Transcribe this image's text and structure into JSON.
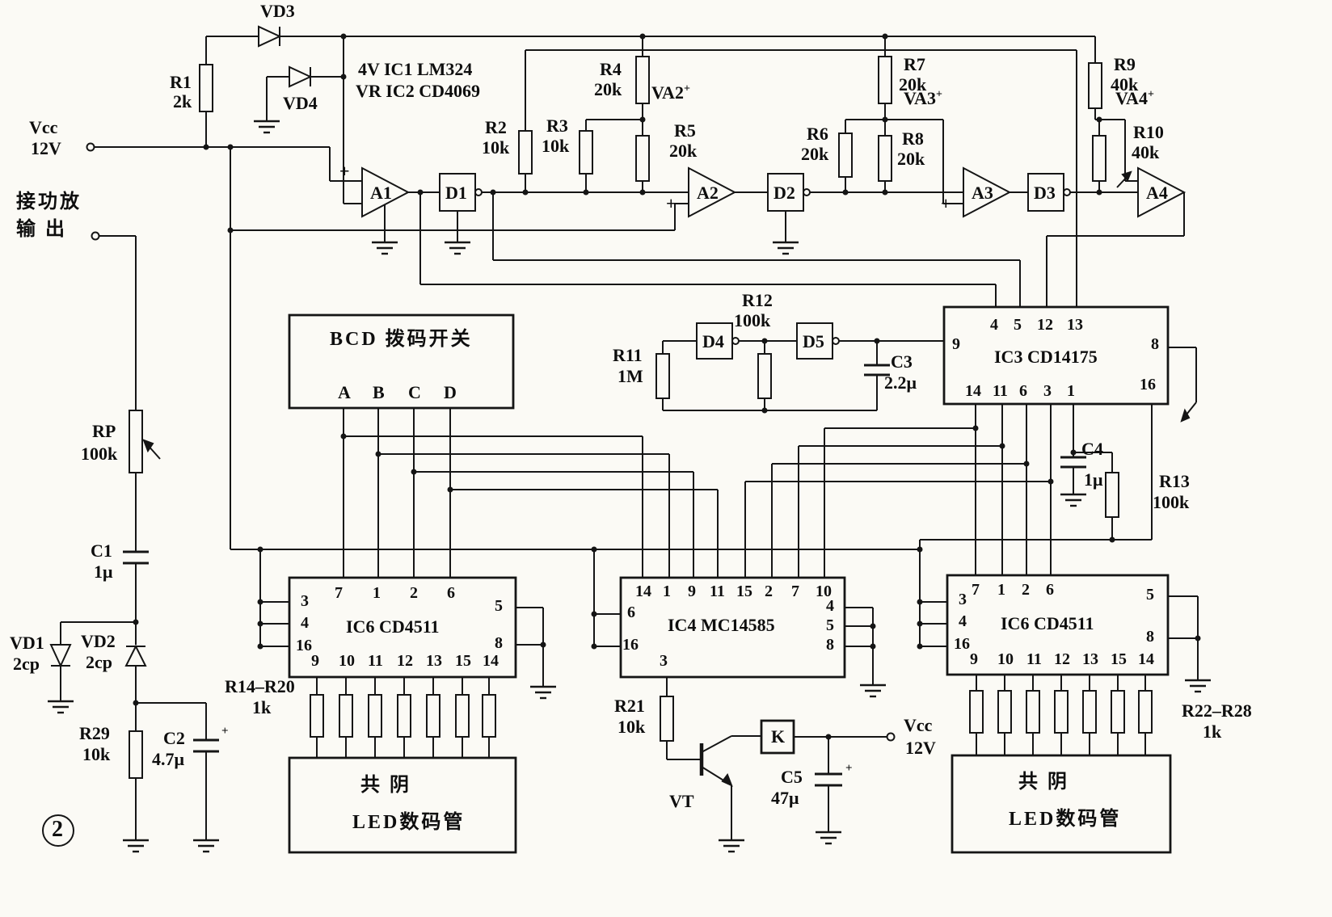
{
  "notes": {
    "ic1": "4V  IC1  LM324",
    "ic2": "VR  IC2  CD4069"
  },
  "marks": {
    "plus": "+",
    "figure": "2"
  },
  "terminals": {
    "vcc_top": {
      "name": "Vcc",
      "value": "12V"
    },
    "amp_in": {
      "line1": "接功放",
      "line2": "输  出"
    },
    "vcc_bottom": {
      "name": "Vcc",
      "value": "12V"
    }
  },
  "opamps": {
    "a1": "A1",
    "a2": "A2",
    "a3": "A3",
    "a4": "A4"
  },
  "gates": {
    "d1": "D1",
    "d2": "D2",
    "d3": "D3",
    "d4": "D4",
    "d5": "D5"
  },
  "nodes": {
    "va2": "VA2",
    "va3": "VA3",
    "va4": "VA4"
  },
  "resistors": {
    "r1": [
      "R1",
      "2k"
    ],
    "r2": [
      "R2",
      "10k"
    ],
    "r3": [
      "R3",
      "10k"
    ],
    "r4": [
      "R4",
      "20k"
    ],
    "r5": [
      "R5",
      "20k"
    ],
    "r6": [
      "R6",
      "20k"
    ],
    "r7": [
      "R7",
      "20k"
    ],
    "r8": [
      "R8",
      "20k"
    ],
    "r9": [
      "R9",
      "40k"
    ],
    "r10": [
      "R10",
      "40k"
    ],
    "r11": [
      "R11",
      "1M"
    ],
    "r12": [
      "R12",
      "100k"
    ],
    "r13": [
      "R13",
      "100k"
    ],
    "r21": [
      "R21",
      "10k"
    ],
    "r29": [
      "R29",
      "10k"
    ],
    "rp": [
      "RP",
      "100k"
    ],
    "r14_20": [
      "R14–R20",
      "1k"
    ],
    "r22_28": [
      "R22–R28",
      "1k"
    ]
  },
  "capacitors": {
    "c1": [
      "C1",
      "1μ"
    ],
    "c2": [
      "C2",
      "4.7μ"
    ],
    "c3": [
      "C3",
      "2.2μ"
    ],
    "c4": [
      "C4",
      "1μ"
    ],
    "c5": [
      "C5",
      "47μ"
    ]
  },
  "diodes": {
    "vd1": [
      "VD1",
      "2cp"
    ],
    "vd2": [
      "VD2",
      "2cp"
    ],
    "vd3": "VD3",
    "vd4": "VD4"
  },
  "transistor": {
    "vt": "VT"
  },
  "relay": {
    "k": "K"
  },
  "bcd": {
    "title": "BCD 拨码开关",
    "outputs": [
      "A",
      "B",
      "C",
      "D"
    ]
  },
  "ic3": {
    "label": "IC3  CD14175",
    "pins_top": [
      "4",
      "5",
      "12",
      "13"
    ],
    "pin_left": "9",
    "pin_right": "8",
    "pins_bottom": [
      "14",
      "11",
      "6",
      "3",
      "1"
    ],
    "pin_br": "16"
  },
  "ic6_left": {
    "label": "IC6  CD4511",
    "pins_left": [
      "3",
      "4",
      "16"
    ],
    "pins_top": [
      "7",
      "1",
      "2",
      "6"
    ],
    "pins_right": [
      "5",
      "8"
    ],
    "pins_bottom": [
      "9",
      "10",
      "11",
      "12",
      "13",
      "15",
      "14"
    ]
  },
  "ic4": {
    "label": "IC4  MC14585",
    "pins_top": [
      "14",
      "1",
      "9",
      "11",
      "15",
      "2",
      "7",
      "10"
    ],
    "pins_left": [
      "6",
      "16"
    ],
    "pins_right": [
      "4",
      "5",
      "8"
    ],
    "pin_bottom": "3"
  },
  "ic6_right": {
    "label": "IC6  CD4511",
    "pins_left": [
      "3",
      "4",
      "16"
    ],
    "pins_top": [
      "7",
      "1",
      "2",
      "6"
    ],
    "pins_right": [
      "5",
      "8"
    ],
    "pins_bottom": [
      "9",
      "10",
      "11",
      "12",
      "13",
      "15",
      "14"
    ]
  },
  "displays": {
    "left": {
      "line1": "共    阴",
      "line2": "LED数码管"
    },
    "right": {
      "line1": "共    阴",
      "line2": "LED数码管"
    }
  }
}
